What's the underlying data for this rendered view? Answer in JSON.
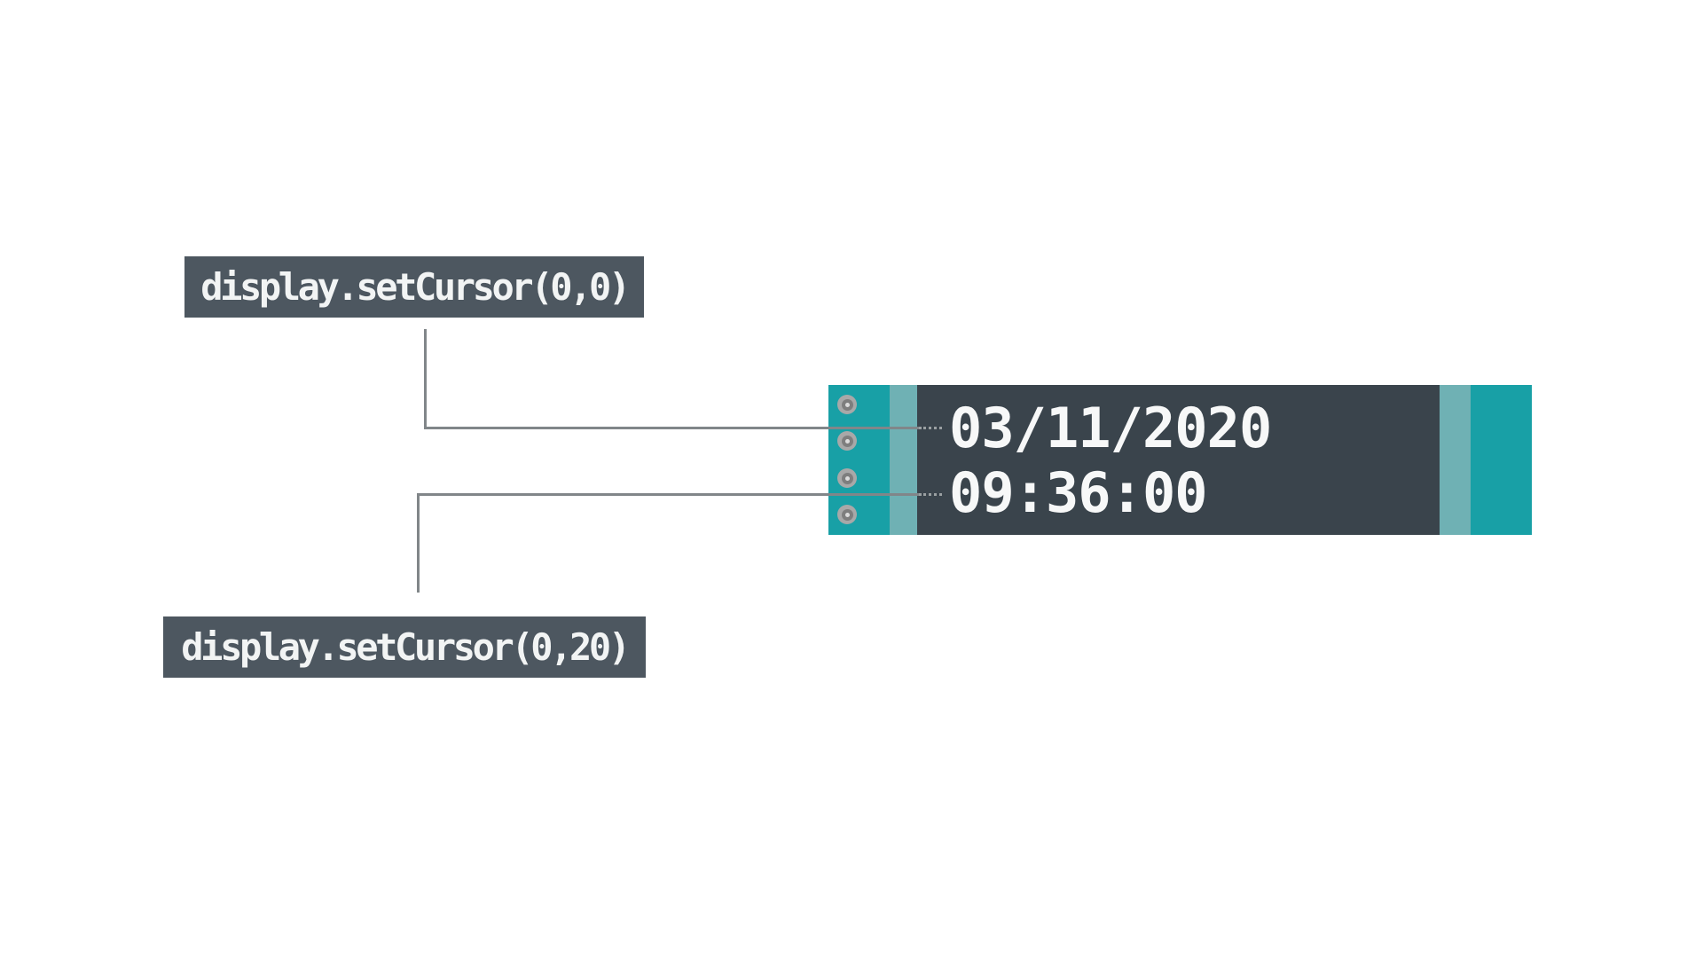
{
  "diagram": {
    "annotations": [
      {
        "label": "display.setCursor(0,0)"
      },
      {
        "label": "display.setCursor(0,20)"
      }
    ],
    "display": {
      "line1": "03/11/2020",
      "line2": "09:36:00"
    },
    "colors": {
      "page_background": "#ffffff",
      "label_background": "#4d5760",
      "label_text": "#f2f4f4",
      "screen_background": "#3a444c",
      "screen_text": "#f7f8f8",
      "teal_dark": "#18a0a6",
      "teal_light": "#6fb1b4",
      "connector_line": "#818689",
      "pin_outer": "#a8a8a8",
      "pin_inner": "#7e7e7e",
      "pin_highlight": "#dcdcdc"
    }
  }
}
